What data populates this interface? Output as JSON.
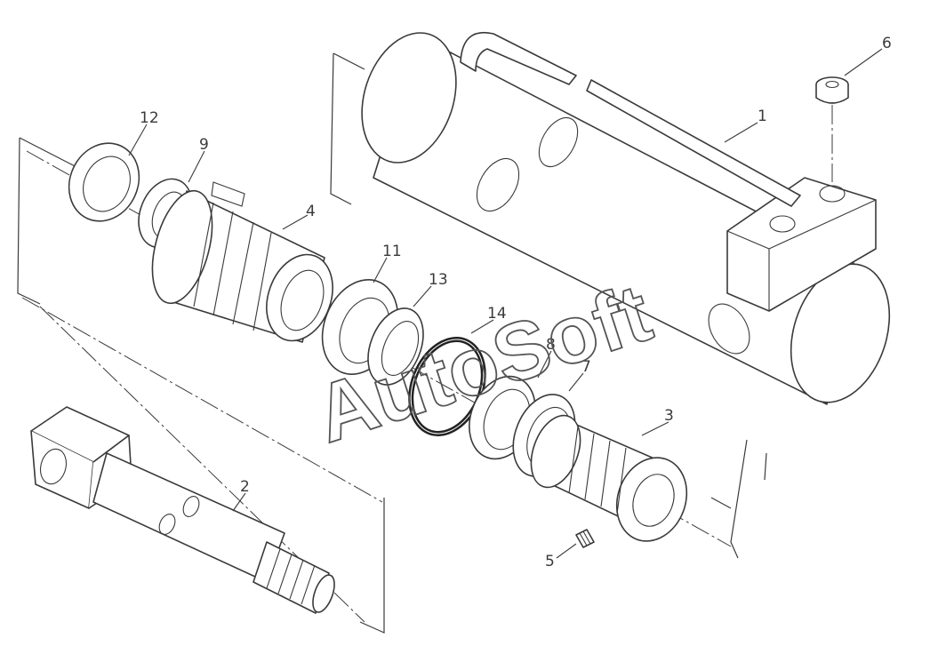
{
  "watermark": "AutoSoft",
  "callouts": [
    "1",
    "2",
    "3",
    "4",
    "5",
    "6",
    "7",
    "8",
    "9",
    "11",
    "12",
    "13",
    "14"
  ],
  "colors": {
    "line": "#3a3a3a",
    "background": "#ffffff"
  }
}
